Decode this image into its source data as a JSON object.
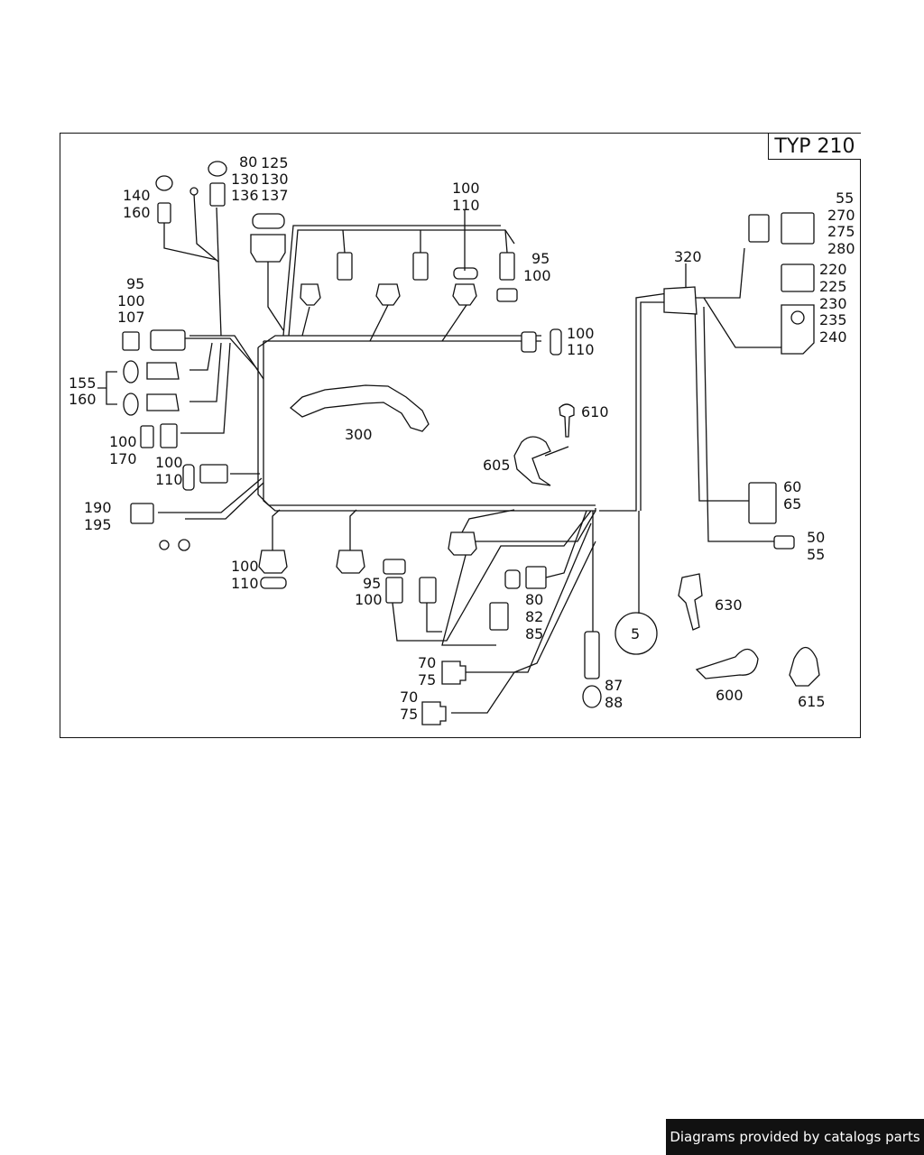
{
  "type_label": "TYP 210",
  "credit": "Diagrams provided by catalogs parts",
  "callouts": {
    "c80_125": [
      "80",
      "125"
    ],
    "c130_130": [
      "130",
      "130"
    ],
    "c136_137": [
      "136",
      "137"
    ],
    "c140_160": [
      "140",
      "160"
    ],
    "c95_100_107": [
      "95",
      "100",
      "107"
    ],
    "c155_160": [
      "155",
      "160"
    ],
    "c100_170": [
      "100",
      "170"
    ],
    "c100_110_left": [
      "100",
      "110"
    ],
    "c190_195": [
      "190",
      "195"
    ],
    "c100_110_bottom": [
      "100",
      "110"
    ],
    "c95_100_bottom": [
      "95",
      "100"
    ],
    "c80_82_85": [
      "80",
      "82",
      "85"
    ],
    "c70_75_a": [
      "70",
      "75"
    ],
    "c70_75_b": [
      "70",
      "75"
    ],
    "c87_88": [
      "87",
      "88"
    ],
    "c100_110_top": [
      "100",
      "110"
    ],
    "c95_100_top": [
      "95",
      "100"
    ],
    "c100_110_right": [
      "100",
      "110"
    ],
    "c300": "300",
    "c610": "610",
    "c605": "605",
    "c320": "320",
    "c55_280": [
      "55",
      "270",
      "275",
      "280"
    ],
    "c220_225": [
      "220",
      "225"
    ],
    "c230_240": [
      "230",
      "235",
      "240"
    ],
    "c60_65": [
      "60",
      "65"
    ],
    "c50_55": [
      "50",
      "55"
    ],
    "c630": "630",
    "c600": "600",
    "c615": "615",
    "c5": "5"
  }
}
